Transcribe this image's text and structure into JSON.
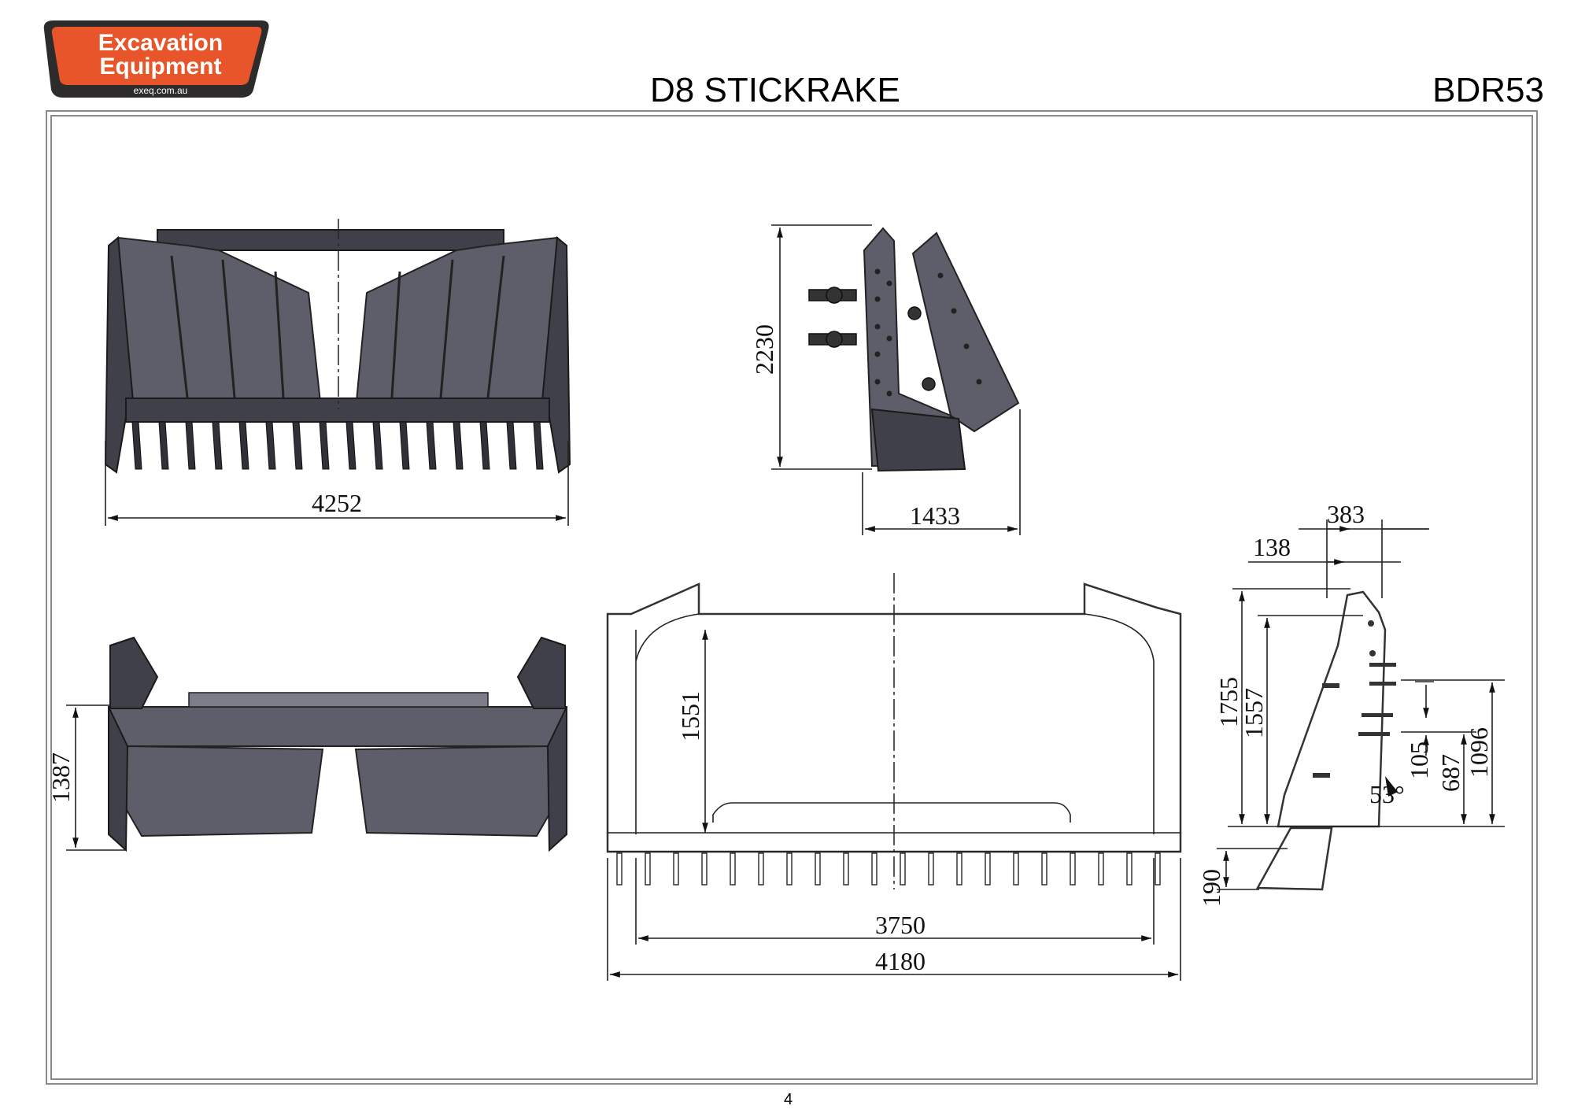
{
  "header": {
    "title": "D8 STICKRAKE",
    "model_code": "BDR53",
    "logo_line1": "Excavation",
    "logo_line2": "Equipment",
    "logo_url": "exeq.com.au"
  },
  "dimensions": {
    "front_width": "4252",
    "side_height": "2230",
    "side_depth": "1433",
    "top_depth": "1387",
    "rear_height": "1551",
    "inner_width": "3750",
    "overall_width": "4180",
    "profile_top": "383",
    "profile_offset": "138",
    "profile_height_1": "1755",
    "profile_height_2": "1557",
    "profile_height_3": "1096",
    "profile_height_4": "687",
    "profile_gap": "105",
    "profile_angle": "53°",
    "tine_drop": "190"
  },
  "footer": {
    "page_number": "4"
  },
  "colors": {
    "logo_orange": "#e8552a",
    "logo_dark": "#2d2b2c",
    "steel": "#5d5e6a",
    "frame": "#8a8a8a"
  }
}
